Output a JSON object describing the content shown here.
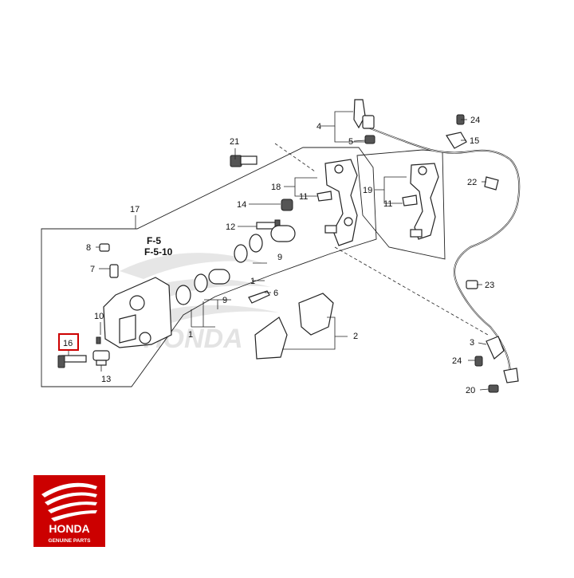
{
  "colors": {
    "brand_red": "#cc0000",
    "line": "#222222",
    "highlight_box": "#cc0000"
  },
  "watermark": {
    "text": "HONDA"
  },
  "highlighted_part": "16",
  "references": {
    "ref1": "F-5",
    "ref2": "F-5-10"
  },
  "callouts": {
    "p1": "1",
    "p1b": "1",
    "p2": "2",
    "p3": "3",
    "p4": "4",
    "p5": "5",
    "p6": "6",
    "p7": "7",
    "p8": "8",
    "p9a": "9",
    "p9b": "9",
    "p10": "10",
    "p11a": "11",
    "p11b": "11",
    "p12": "12",
    "p13": "13",
    "p14": "14",
    "p15": "15",
    "p16": "16",
    "p17": "17",
    "p18": "18",
    "p19": "19",
    "p20": "20",
    "p21": "21",
    "p22": "22",
    "p23": "23",
    "p24a": "24",
    "p24b": "24"
  },
  "logo": {
    "brand": "HONDA",
    "tagline": "GENUINE PARTS"
  }
}
